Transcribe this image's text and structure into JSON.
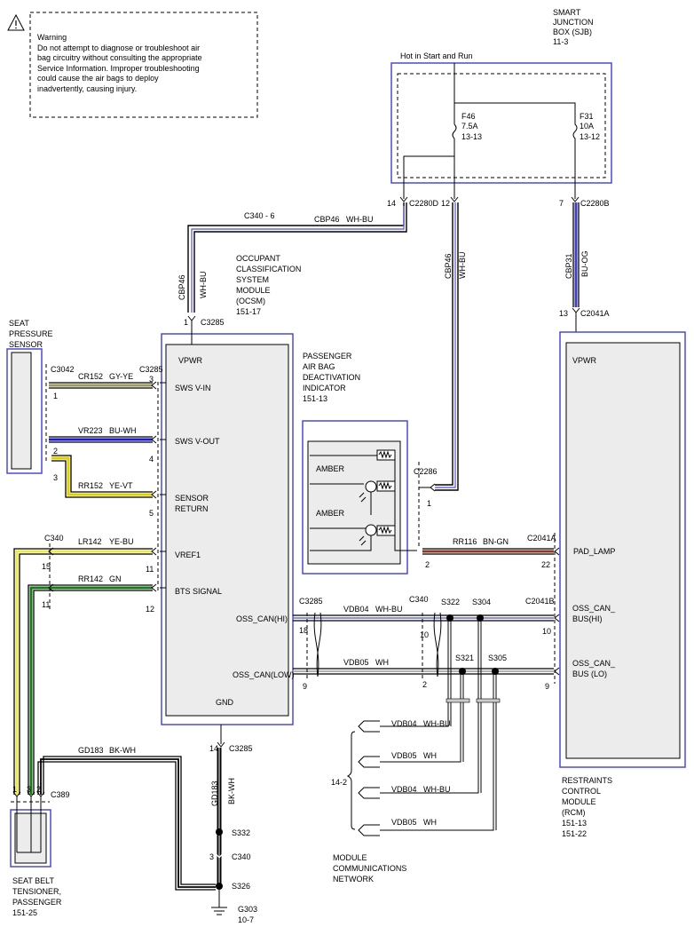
{
  "warning": {
    "title": "Warning",
    "lines": [
      "Do not attempt to diagnose or troubleshoot air",
      "bag circuitry without consulting the appropriate",
      "Service Information.  Improper troubleshooting",
      "could cause the air bags to deploy",
      "inadvertently, causing injury."
    ]
  },
  "sjb": {
    "title": [
      "SMART",
      "JUNCTION",
      "BOX (SJB)",
      "11-3"
    ],
    "hot_label": "Hot in Start and Run",
    "fuse1": [
      "F46",
      "7.5A",
      "13-13"
    ],
    "fuse2": [
      "F31",
      "10A",
      "13-12"
    ]
  },
  "connectors": {
    "c2280d_pin": "14",
    "c2280d": "C2280D",
    "c2280_12": "12",
    "c2280b_pin": "7",
    "c2280b": "C2280B",
    "c340_6": "C340 - 6",
    "c3285_pin1": "1",
    "c3285_top": "C3285",
    "c2041a_pin13": "13",
    "c2041a_top": "C2041A",
    "c3042": "C3042",
    "c3285_left": "C3285",
    "pin1_left": "1",
    "pin3_right": "3",
    "pin2_left": "2",
    "pin4_right": "4",
    "pin3_left": "3",
    "pin5_right": "5",
    "c340_left": "C340",
    "pin15": "15",
    "pin11_right": "11",
    "pin11_left": "11",
    "pin12_right": "12",
    "c2286": "C2286",
    "pin1_c2286": "1",
    "c2041a_mid": "C2041A",
    "pin2_mid": "2",
    "pin22": "22",
    "c3285_bus": "C3285",
    "pin18": "18",
    "pin9_left": "9",
    "c340_bus": "C340",
    "pin10_mid": "10",
    "pin2_bus": "2",
    "s322": "S322",
    "s304": "S304",
    "s321": "S321",
    "s305": "S305",
    "c2041b": "C2041B",
    "pin10_rcm": "10",
    "pin9_rcm": "9",
    "pin14_gnd": "14",
    "c3285_gnd": "C3285",
    "s332": "S332",
    "pin3_c340": "3",
    "c340_gnd": "C340",
    "s326": "S326",
    "g303": [
      "G303",
      "10-7"
    ],
    "c389": "C389",
    "pins_c389": [
      "1",
      "3",
      "2"
    ]
  },
  "wires": {
    "cbp46_wh_bu_top": [
      "CBP46",
      "WH-BU"
    ],
    "cbp46_vertical": [
      "CBP46",
      "WH-BU"
    ],
    "cbp46_right": [
      "CBP46",
      "WH-BU"
    ],
    "cbp31": [
      "CBP31",
      "BU-OG"
    ],
    "cr152": [
      "CR152",
      "GY-YE"
    ],
    "vr223": [
      "VR223",
      "BU-WH"
    ],
    "rr152": [
      "RR152",
      "YE-VT"
    ],
    "lr142": [
      "LR142",
      "YE-BU"
    ],
    "rr142": [
      "RR142",
      "GN"
    ],
    "rr116": [
      "RR116",
      "BN-GN"
    ],
    "vdb04": [
      "VDB04",
      "WH-BU"
    ],
    "vdb05": [
      "VDB05",
      "WH"
    ],
    "gd183": [
      "GD183",
      "BK-WH"
    ],
    "gd183_vertical": [
      "GD183",
      "BK-WH"
    ]
  },
  "ocsm": {
    "title": [
      "OCCUPANT",
      "CLASSIFICATION",
      "SYSTEM",
      "MODULE",
      "(OCSM)",
      "151-17"
    ],
    "pins": [
      "VPWR",
      "SWS V-IN",
      "SWS V-OUT",
      "SENSOR",
      "RETURN",
      "VREF1",
      "BTS SIGNAL",
      "OSS_CAN(HI)",
      "OSS_CAN(LOW)",
      "GND"
    ]
  },
  "seat_sensor": {
    "title": [
      "SEAT",
      "PRESSURE",
      "SENSOR",
      "151-17"
    ]
  },
  "pad_indicator": {
    "title": [
      "PASSENGER",
      "AIR BAG",
      "DEACTIVATION",
      "INDICATOR",
      "151-13"
    ],
    "lamps": [
      "AMBER",
      "AMBER"
    ]
  },
  "rcm": {
    "title": [
      "RESTRAINTS",
      "CONTROL",
      "MODULE",
      "(RCM)",
      "151-13",
      "151-22"
    ],
    "pins": [
      "VPWR",
      "PAD_LAMP",
      "OSS_CAN_",
      "BUS(HI)",
      "OSS_CAN_",
      "BUS (LO)"
    ]
  },
  "seat_belt": {
    "title": [
      "SEAT BELT",
      "TENSIONER,",
      "PASSENGER",
      "151-25"
    ]
  },
  "network": {
    "ref": "14-2",
    "rows": [
      [
        "VDB04",
        "WH-BU"
      ],
      [
        "VDB05",
        "WH"
      ],
      [
        "VDB04",
        "WH-BU"
      ],
      [
        "VDB05",
        "WH"
      ]
    ],
    "title": [
      "MODULE",
      "COMMUNICATIONS",
      "NETWORK"
    ]
  },
  "colors": {
    "module_border": "#4a4ad8",
    "gy_ye": "#9a9a5a",
    "bu_wh": "#1a1acc",
    "ye_vt": "#e0d000",
    "ye_bu": "#ece850",
    "gn": "#1a7a1a",
    "bn_gn": "#8b3a2a",
    "bu_og": "#4040c0",
    "bk_wh": "#000000",
    "wh_bu": "#6b6bd8"
  }
}
